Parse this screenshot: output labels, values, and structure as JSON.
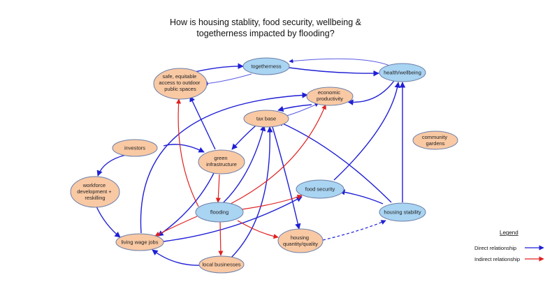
{
  "title_lines": [
    "How is housing stablity, food security, wellbeing &",
    "togetherness impacted by flooding?"
  ],
  "colors": {
    "orange_node": "#f9c9a4",
    "blue_node": "#a9d4f2",
    "node_border": "#6b7ea8",
    "direct": "#1f1fd6",
    "indirect": "#e02020"
  },
  "nodes": {
    "togetherness": {
      "label": [
        "togetherness"
      ],
      "type": "blue"
    },
    "health": {
      "label": [
        "health/wellbeing"
      ],
      "type": "blue"
    },
    "safe_spaces": {
      "label": [
        "safe, equitable",
        "access to outdoor",
        "public spaces"
      ],
      "type": "orange"
    },
    "economic": {
      "label": [
        "economic",
        "productivity"
      ],
      "type": "orange"
    },
    "tax_base": {
      "label": [
        "tax base"
      ],
      "type": "orange"
    },
    "investors": {
      "label": [
        "investors"
      ],
      "type": "orange"
    },
    "green": {
      "label": [
        "green",
        "infrastructure"
      ],
      "type": "orange"
    },
    "community": {
      "label": [
        "community",
        "gardens"
      ],
      "type": "orange"
    },
    "workforce": {
      "label": [
        "workforce",
        "development +",
        "reskilling"
      ],
      "type": "orange"
    },
    "food": {
      "label": [
        "food security"
      ],
      "type": "blue"
    },
    "flooding": {
      "label": [
        "flooding"
      ],
      "type": "blue"
    },
    "housing_stability": {
      "label": [
        "housing stability"
      ],
      "type": "blue"
    },
    "living_wage": {
      "label": [
        "living wage jobs"
      ],
      "type": "orange"
    },
    "housing_quality": {
      "label": [
        "housing",
        "quantity/quality"
      ],
      "type": "orange"
    },
    "local_business": {
      "label": [
        "local businesses"
      ],
      "type": "orange"
    }
  },
  "legend": {
    "title": "Legend",
    "direct": "Direct relationship",
    "indirect": "Indirect relationship"
  }
}
